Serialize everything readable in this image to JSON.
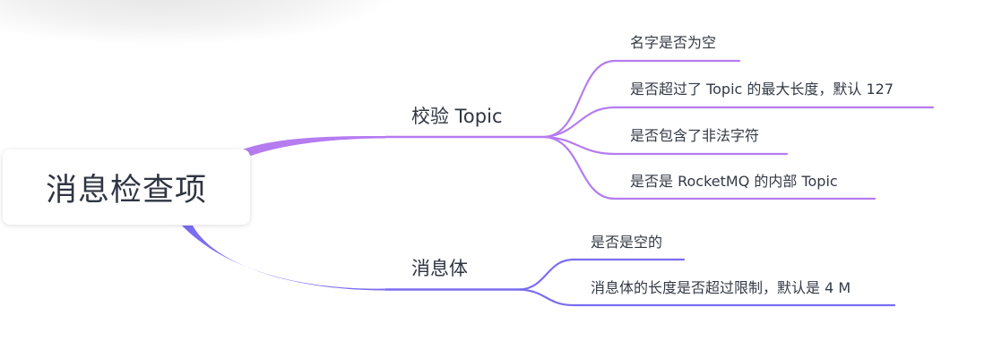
{
  "root": {
    "label": "消息检查项"
  },
  "colors": {
    "topic_branch": "#b57cf0",
    "body_branch": "#7b6df2",
    "text": "#2f3542",
    "shadow": "#00000020"
  },
  "branches": [
    {
      "label": "校验 Topic",
      "leaves": [
        {
          "label": "名字是否为空"
        },
        {
          "label": "是否超过了 Topic 的最大长度，默认 127"
        },
        {
          "label": "是否包含了非法字符"
        },
        {
          "label": "是否是 RocketMQ 的内部 Topic"
        }
      ]
    },
    {
      "label": "消息体",
      "leaves": [
        {
          "label": "是否是空的"
        },
        {
          "label": "消息体的长度是否超过限制，默认是 4 M"
        }
      ]
    }
  ]
}
